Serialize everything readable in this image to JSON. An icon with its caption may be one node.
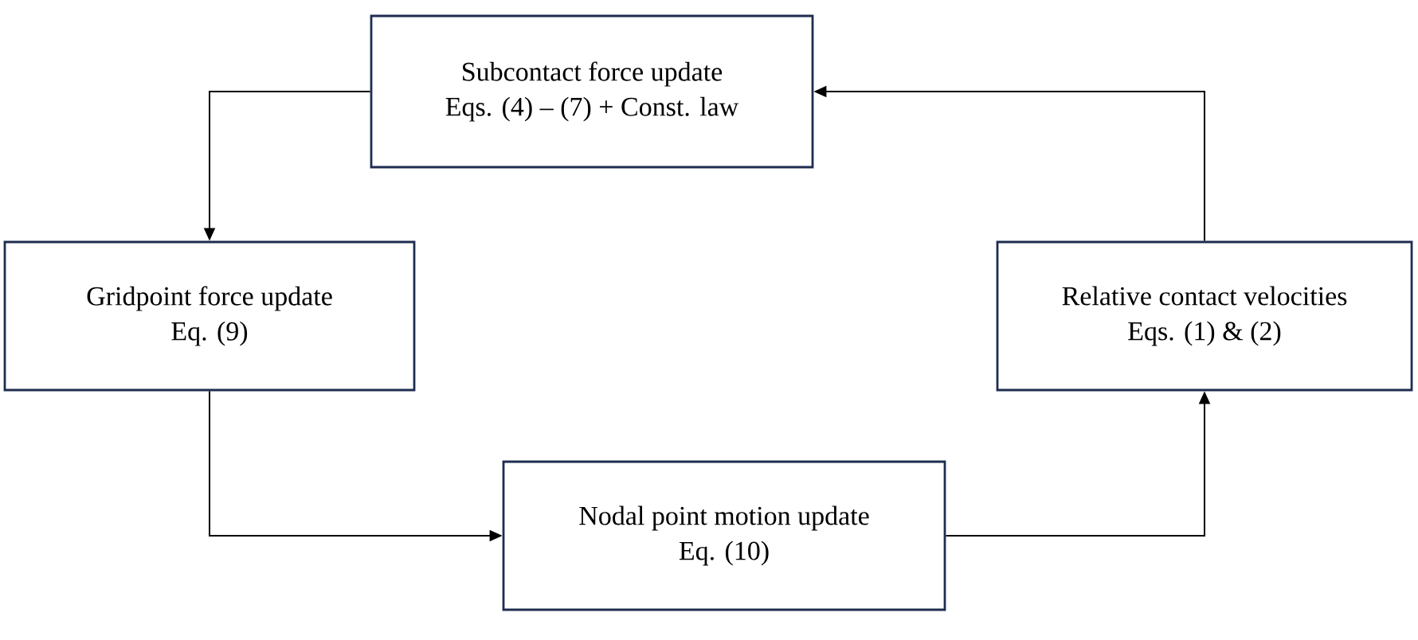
{
  "diagram": {
    "nodes": [
      {
        "text": [
          "Subcontact force update",
          "Eqs. (4) – (7) + Const. law"
        ]
      },
      {
        "text": [
          "Gridpoint force update",
          "Eq. (9)"
        ]
      },
      {
        "text": [
          "Relative contact velocities",
          "Eqs. (1) & (2)"
        ]
      },
      {
        "text": [
          "Nodal point motion update",
          "Eq. (10)"
        ]
      }
    ],
    "edges": [
      {
        "from": 0,
        "to": 1,
        "arrow": "to"
      },
      {
        "from": 1,
        "to": 3,
        "arrow": "to"
      },
      {
        "from": 3,
        "to": 2,
        "arrow": "to"
      },
      {
        "from": 2,
        "to": 0,
        "arrow": "to"
      }
    ]
  }
}
